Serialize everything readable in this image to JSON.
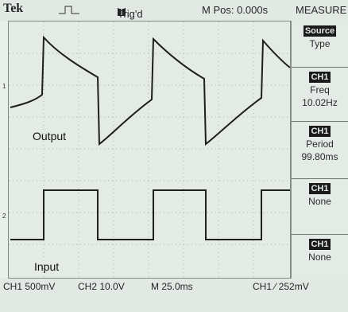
{
  "header": {
    "brand": "Tek",
    "trigger_status": "Trig'd",
    "trigger_box": "T",
    "position": "M Pos: 0.000s",
    "menu_title": "MEASURE"
  },
  "traces": {
    "output_label": "Output",
    "input_label": "Input",
    "ch1_marker": "1",
    "ch2_marker": "2"
  },
  "menu": {
    "items": [
      {
        "badge": "Source",
        "line1": "Type",
        "line2": ""
      },
      {
        "badge": "CH1",
        "line1": "Freq",
        "line2": "10.02Hz"
      },
      {
        "badge": "CH1",
        "line1": "Period",
        "line2": "99.80ms"
      },
      {
        "badge": "CH1",
        "line1": "None",
        "line2": ""
      },
      {
        "badge": "CH1",
        "line1": "None",
        "line2": ""
      }
    ]
  },
  "footer": {
    "ch1_scale": "CH1  500mV",
    "ch2_scale": "CH2  10.0V",
    "timebase": "M 25.0ms",
    "trigger_level": "CH1 ⁄ 252mV"
  }
}
